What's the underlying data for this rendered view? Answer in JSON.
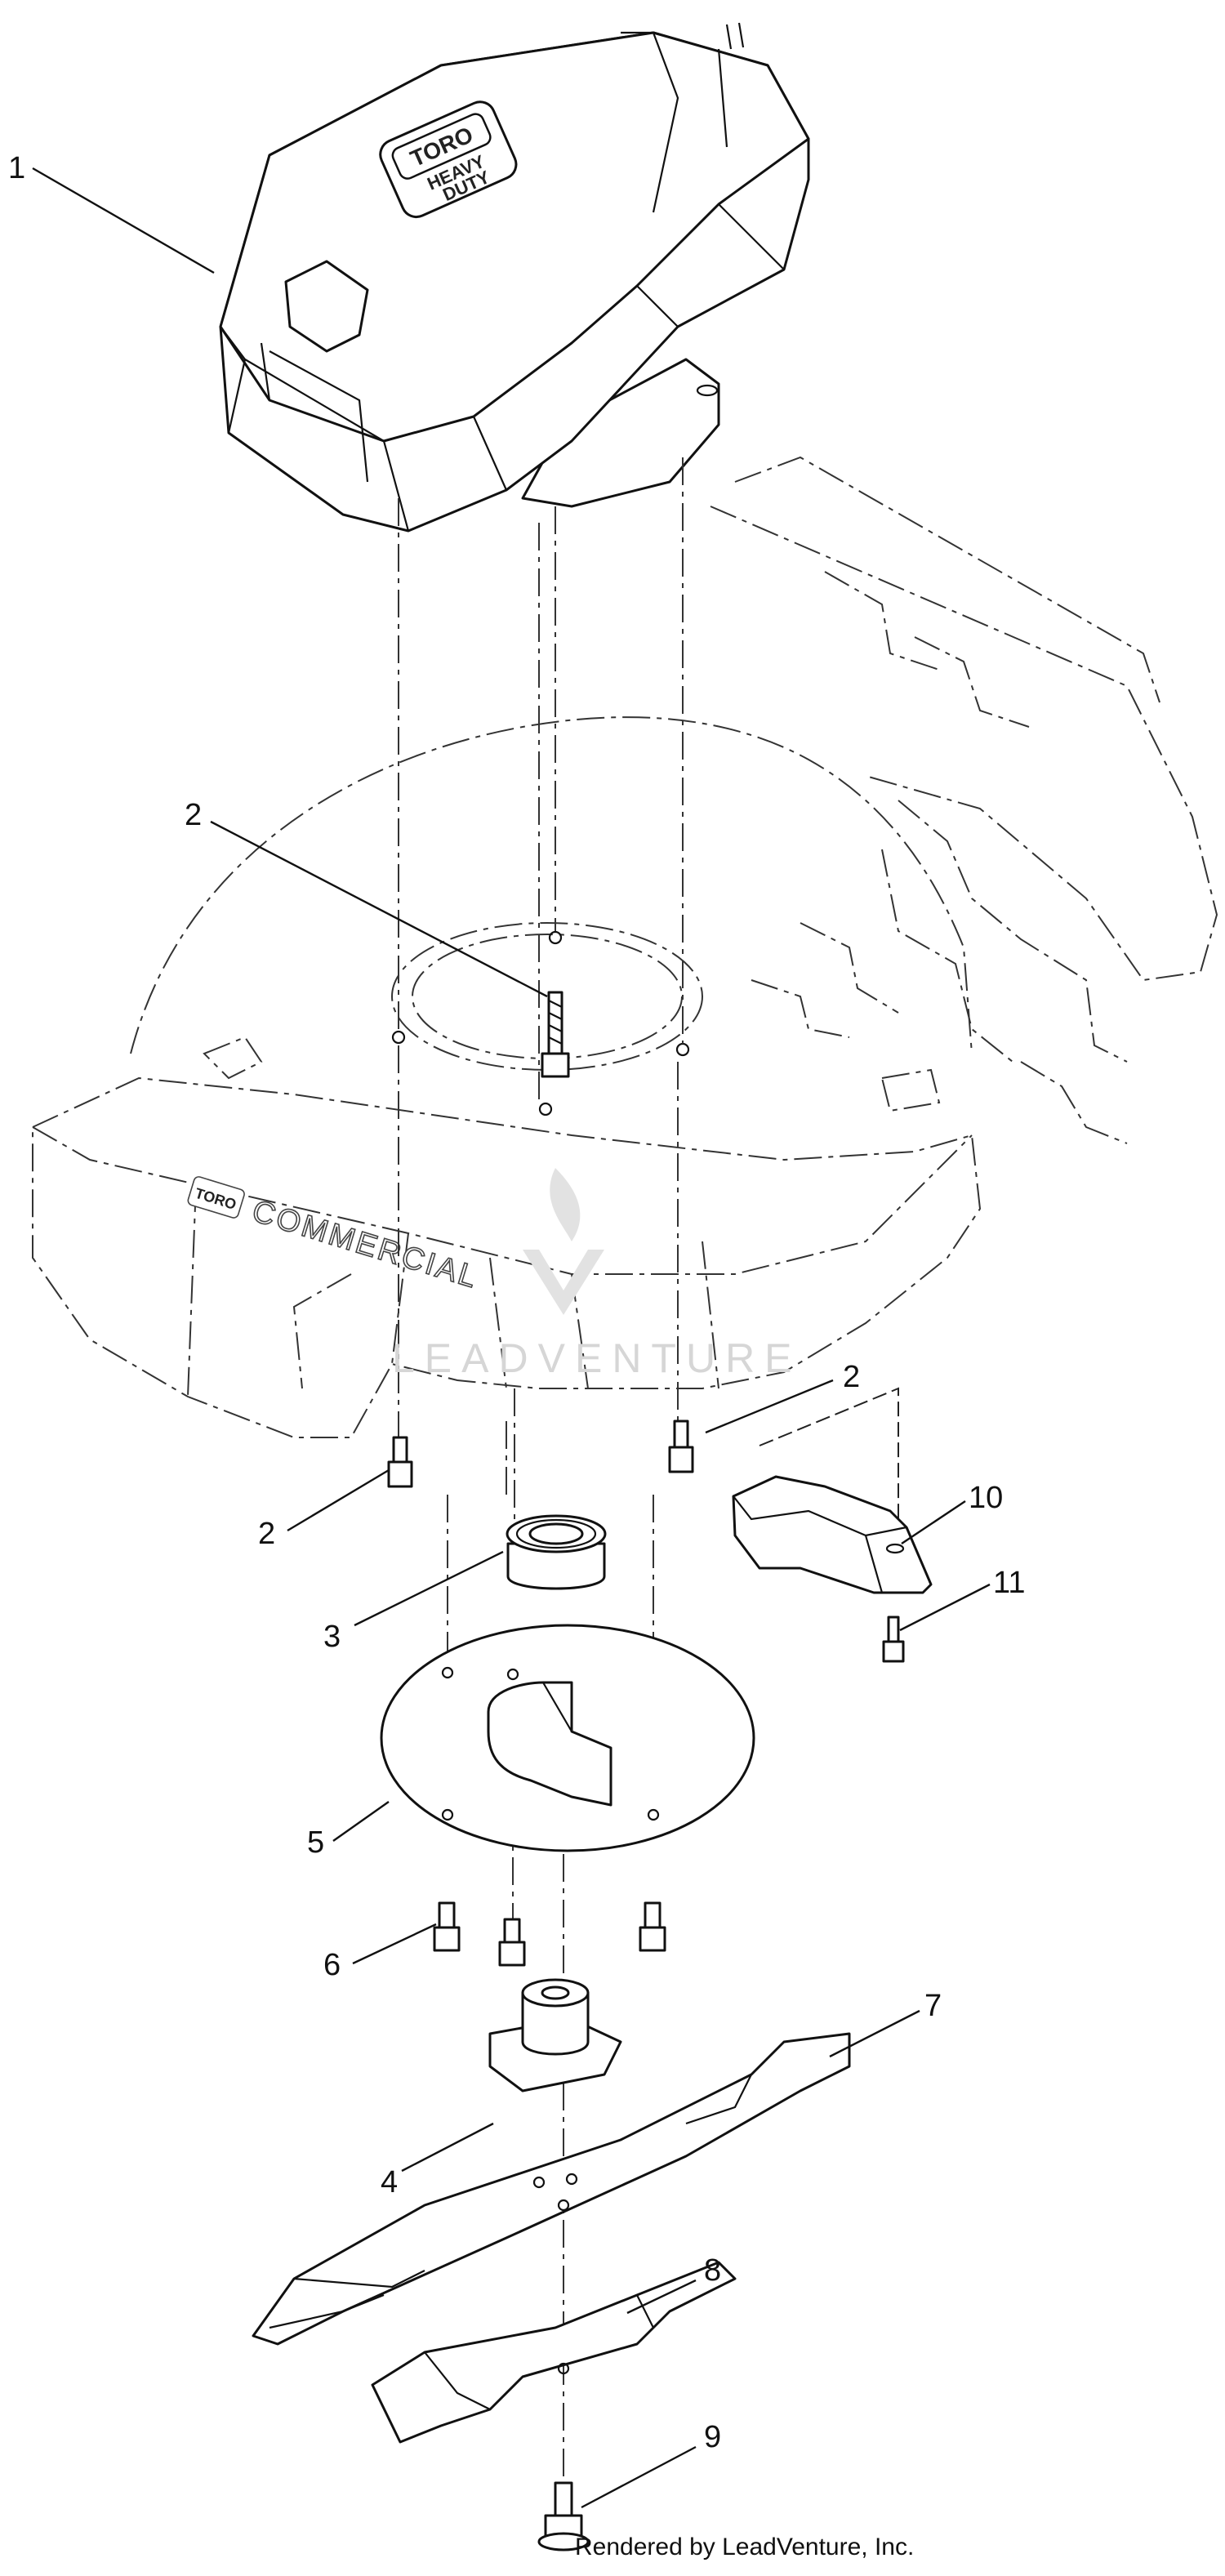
{
  "callouts": [
    {
      "id": "c1",
      "label": "1"
    },
    {
      "id": "c2a",
      "label": "2"
    },
    {
      "id": "c2b",
      "label": "2"
    },
    {
      "id": "c2c",
      "label": "2"
    },
    {
      "id": "c3",
      "label": "3"
    },
    {
      "id": "c4",
      "label": "4"
    },
    {
      "id": "c5",
      "label": "5"
    },
    {
      "id": "c6",
      "label": "6"
    },
    {
      "id": "c7",
      "label": "7"
    },
    {
      "id": "c8",
      "label": "8"
    },
    {
      "id": "c9",
      "label": "9"
    },
    {
      "id": "c10",
      "label": "10"
    },
    {
      "id": "c11",
      "label": "11"
    }
  ],
  "engine_cover": {
    "brand": "TORO",
    "badge_line1": "HEAVY",
    "badge_line2": "DUTY"
  },
  "deck": {
    "brand": "TORO",
    "label": "COMMERCIAL"
  },
  "watermark": "LEADVENTURE",
  "footer": "Rendered by LeadVenture, Inc."
}
